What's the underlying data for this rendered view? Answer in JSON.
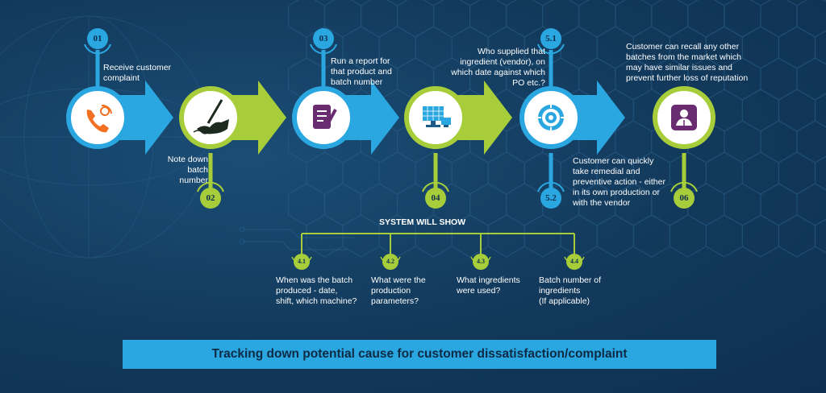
{
  "title": "Tracking down potential cause for customer dissatisfaction/complaint",
  "system_will_show": "SYSTEM WILL SHOW",
  "colors": {
    "blue": "#2aa6e0",
    "green": "#a7ce3a",
    "navy": "#12395b",
    "orange": "#f36f21",
    "purple": "#6a2c70"
  },
  "steps": [
    {
      "num": "01",
      "text": [
        "Receive customer",
        "complaint"
      ],
      "icon": "phone-icon"
    },
    {
      "num": "02",
      "text": [
        "Note down",
        "batch number"
      ],
      "icon": "handwriting-icon"
    },
    {
      "num": "03",
      "text": [
        "Run a report for",
        "that product and",
        "batch number"
      ],
      "icon": "report-icon"
    },
    {
      "num": "04",
      "text": [],
      "icon": "computer-icon"
    },
    {
      "num": "5.1",
      "text": [
        "Who supplied that",
        "ingredient (vendor), on",
        "which date against which",
        "PO etc.?"
      ],
      "icon": "gear-icon"
    },
    {
      "num": "5.2",
      "text": [
        "Customer can quickly",
        "take remedial and",
        "preventive action - either",
        "in its own production or",
        "with the vendor"
      ],
      "icon": ""
    },
    {
      "num": "06",
      "text": [
        "Customer can recall any other",
        "batches from the market which",
        "may have similar issues and",
        "prevent further loss of reputation"
      ],
      "icon": "person-icon"
    }
  ],
  "sub_steps": [
    {
      "num": "4.1",
      "text": [
        "When was the batch",
        "produced - date,",
        "shift, which machine?"
      ]
    },
    {
      "num": "4.2",
      "text": [
        "What were the",
        "production",
        "parameters?"
      ]
    },
    {
      "num": "4.3",
      "text": [
        "What ingredients",
        "were used?"
      ]
    },
    {
      "num": "4.4",
      "text": [
        "Batch number of",
        "ingredients",
        "(If applicable)"
      ]
    }
  ]
}
